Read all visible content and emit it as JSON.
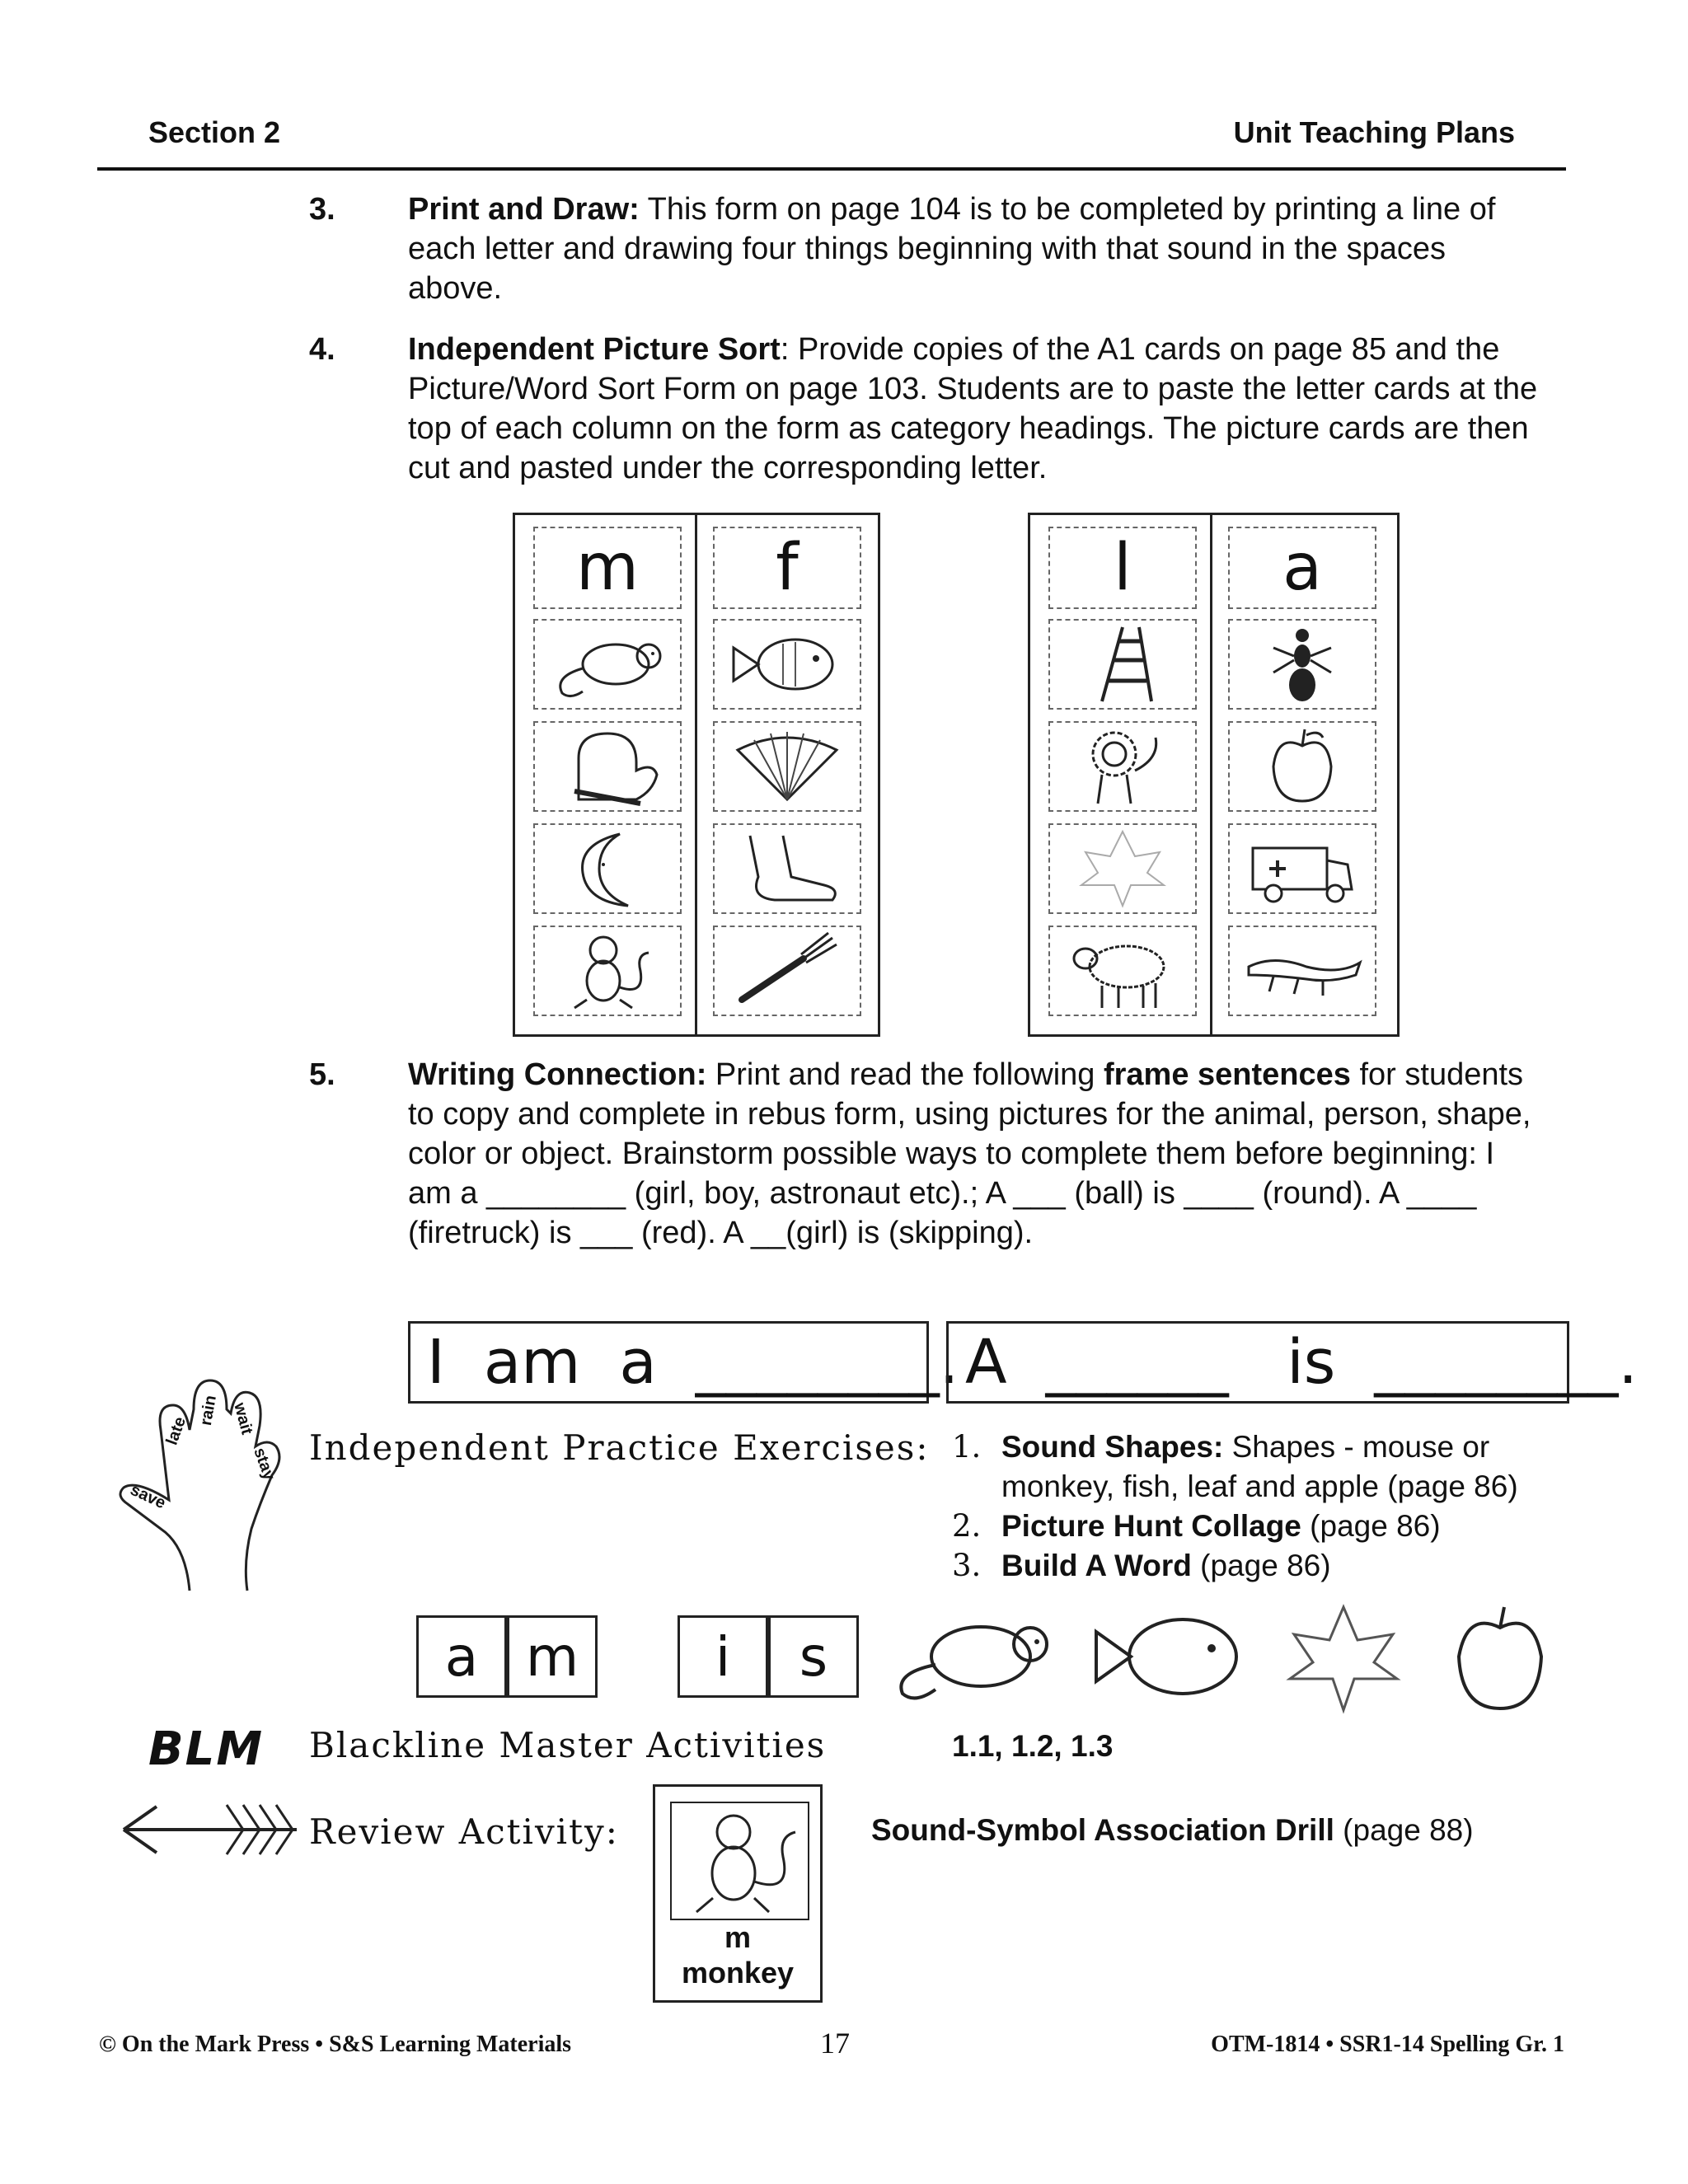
{
  "header": {
    "left": "Section 2",
    "right": "Unit Teaching Plans"
  },
  "items": [
    {
      "num": "3.",
      "title": "Print and Draw:",
      "text": " This form on page 104 is to be completed by printing a line of  each letter and drawing four things beginning with that sound in the spaces above."
    },
    {
      "num": "4.",
      "title": "Independent Picture Sort",
      "text": ": Provide copies of the A1 cards on page 85 and the Picture/Word Sort Form on page 103. Students are to paste the letter cards at the top of each column on the form as category headings. The picture cards are then cut and pasted under the corresponding letter."
    },
    {
      "num": "5.",
      "title": "Writing Connection:",
      "text_a": " Print and read the following ",
      "bold_mid": "frame sentences",
      "text_b": " for students to copy and complete in rebus form, using pictures for the animal, person, shape, color or object. Brainstorm possible ways to complete them before beginning:  I am a ________ (girl, boy, astronaut etc).; A ___ (ball) is ____ (round). A ____   (firetruck) is ___ (red). A __(girl) is (skipping)."
    }
  ],
  "sort_columns": {
    "left": [
      "m",
      "f"
    ],
    "right": [
      "l",
      "a"
    ],
    "pictures": {
      "m": [
        "mouse-icon",
        "mitten-icon",
        "moon-icon",
        "monkey-icon"
      ],
      "f": [
        "fish-icon",
        "fan-icon",
        "foot-icon",
        "fork-icon"
      ],
      "l": [
        "ladder-icon",
        "lion-icon",
        "leaf-icon",
        "lamb-icon"
      ],
      "a": [
        "ant-icon",
        "apple-icon",
        "ambulance-icon",
        "alligator-icon"
      ]
    }
  },
  "frames": {
    "first": "I  am  a  ________.",
    "second": "A  ______   is  ________."
  },
  "hand_words": [
    "late",
    "rain",
    "wait",
    "stay",
    "save"
  ],
  "independent": {
    "heading": "Independent Practice Exercises:",
    "list": [
      {
        "n": "1.",
        "title": "Sound Shapes:",
        "text": " Shapes - mouse or monkey, fish, leaf and apple (page 86)"
      },
      {
        "n": "2.",
        "title": "Picture Hunt Collage",
        "text": " (page 86)"
      },
      {
        "n": "3.",
        "title": "Build A Word",
        "text": " (page 86)"
      }
    ]
  },
  "tiles": [
    "a",
    "m",
    "i",
    "s"
  ],
  "blm": {
    "logo": "BLM",
    "heading": "Blackline Master Activities",
    "value": "1.1, 1.2, 1.3"
  },
  "review": {
    "heading": "Review Activity:",
    "card_letter": "m",
    "card_word": "monkey",
    "title": "Sound-Symbol Association Drill",
    "text": " (page 88)"
  },
  "footer": {
    "left": "© On the Mark Press • S&S Learning Materials",
    "page": "17",
    "right": "OTM-1814 • SSR1-14 Spelling Gr. 1"
  }
}
